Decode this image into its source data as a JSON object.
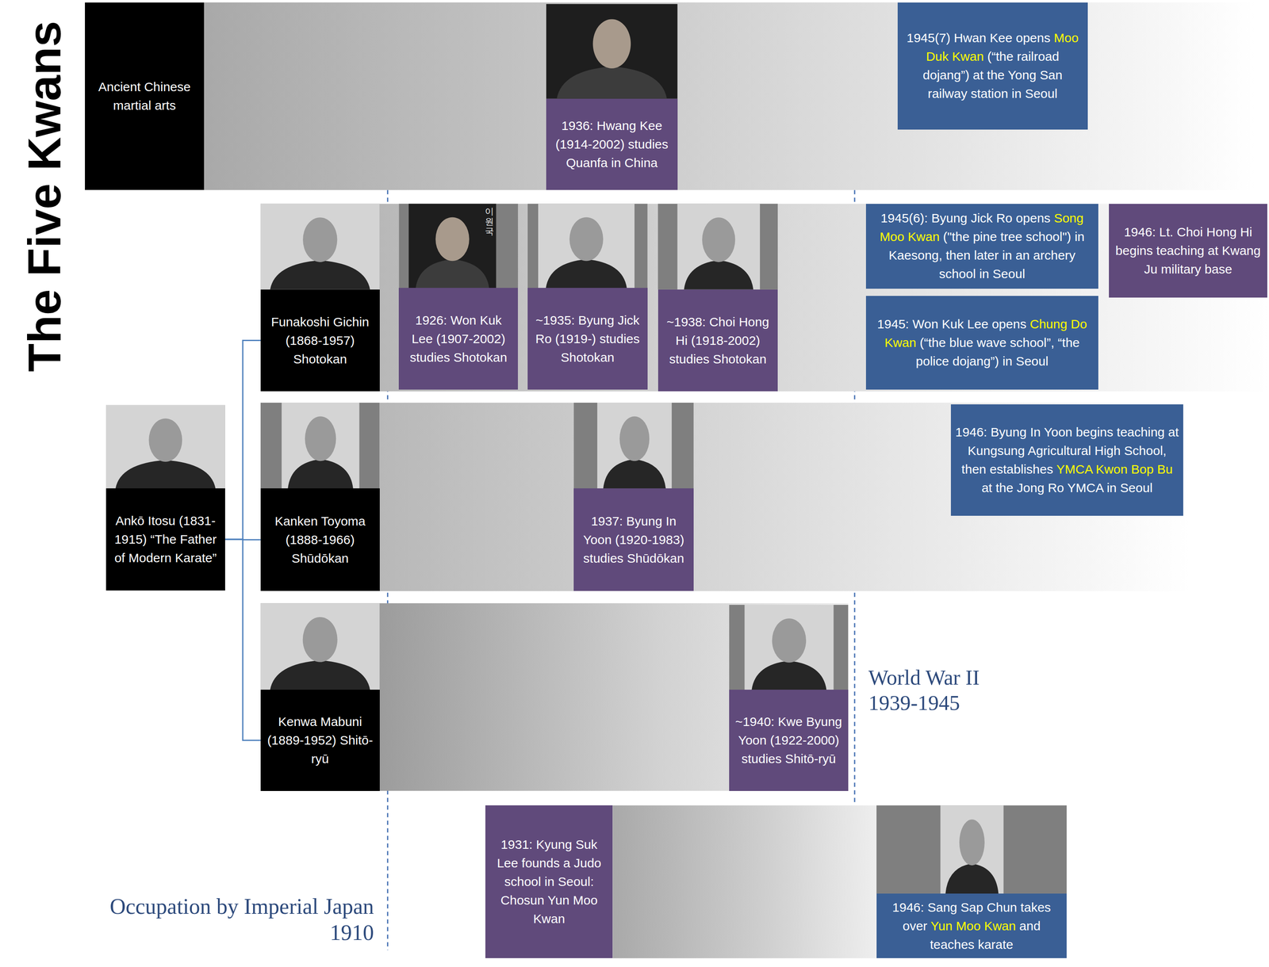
{
  "diagram": {
    "title": "The Five Kwans",
    "nodes": [
      {
        "text": [
          "Ancient Chinese martial arts"
        ]
      },
      {
        "text": [
          "1936: Hwang Kee (1914-2002) studies Quanfa in China"
        ]
      },
      {
        "text": [
          "1945(7) Hwan Kee opens",
          "Moo Duk Kwan",
          "(“the railroad dojang”) at the Yong San railway station in Seoul"
        ]
      },
      {
        "text": [
          "Funakoshi Gichin (1868-1957) Shotokan"
        ]
      },
      {
        "text": [
          "1926: Won Kuk Lee (1907-2002) studies Shotokan"
        ]
      },
      {
        "text": [
          "~1935: Byung Jick Ro (1919-) studies Shotokan"
        ]
      },
      {
        "text": [
          "~1938: Choi Hong Hi (1918-2002) studies Shotokan"
        ]
      },
      {
        "text": [
          "1945(6): Byung Jick Ro opens",
          "Song Moo Kwan",
          "(\"the pine tree school\") in Kaesong, then later in an archery school in Seoul"
        ]
      },
      {
        "text": [
          "1946: Lt. Choi Hong Hi begins teaching at Kwang Ju military base"
        ]
      },
      {
        "text": [
          "1945: Won Kuk Lee opens",
          "Chung Do Kwan",
          "(“the blue wave school”, “the police dojang”) in Seoul"
        ]
      },
      {
        "text": [
          "Ankō Itosu (1831-1915) “The Father of Modern Karate”"
        ]
      },
      {
        "text": [
          "Kanken Toyoma (1888-1966) Shūdōkan"
        ]
      },
      {
        "text": [
          "1937: Byung In Yoon (1920-1983) studies Shūdōkan"
        ]
      },
      {
        "text": [
          "1946: Byung In Yoon begins teaching at Kungsung Agricultural High School, then establishes",
          "YMCA Kwon Bop Bu",
          "at the Jong Ro YMCA in Seoul"
        ]
      },
      {
        "text": [
          "Kenwa Mabuni (1889-1952) Shitō-ryū"
        ]
      },
      {
        "text": [
          "~1940: Kwe Byung Yoon (1922-2000) studies Shitō-ryū"
        ]
      },
      {
        "text": [
          "1931: Kyung Suk Lee founds a Judo school in Seoul: Chosun Yun Moo Kwan"
        ]
      },
      {
        "text": [
          "1946: Sang Sap Chun takes over",
          "Yun Moo Kwan",
          "and teaches karate"
        ]
      }
    ],
    "edges": [
      {
        "from": 10,
        "to": 3,
        "arrow": "none"
      },
      {
        "from": 10,
        "to": 11,
        "arrow": "none"
      },
      {
        "from": 10,
        "to": 14,
        "arrow": "none"
      }
    ],
    "labels": [
      "이원국",
      "World War II 1939-1945",
      "Occupation by Imperial Japan 1910"
    ]
  }
}
